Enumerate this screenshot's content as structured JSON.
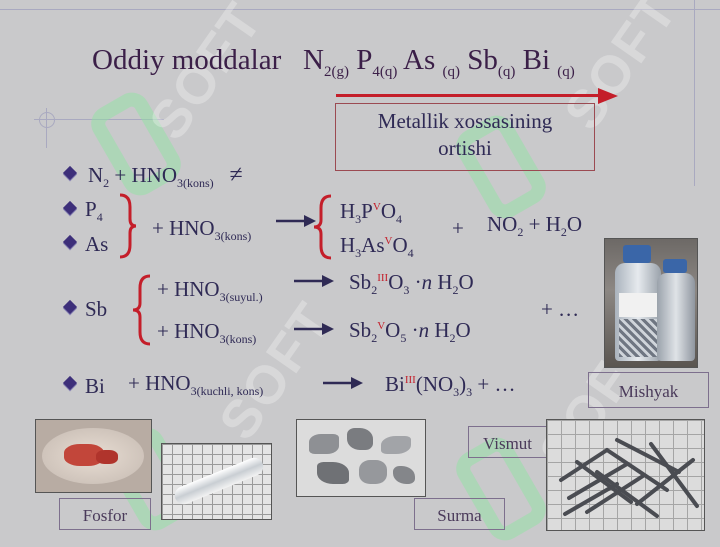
{
  "title": {
    "prefix": "Oddiy moddalar",
    "elements": [
      {
        "sym": "N",
        "sub": "2(g)"
      },
      {
        "sym": "P",
        "sub": "4(q)"
      },
      {
        "sym": "As",
        "sub": "(q)"
      },
      {
        "sym": "Sb",
        "sub": "(q)"
      },
      {
        "sym": "Bi",
        "sub": "(q)"
      }
    ]
  },
  "trend_box": {
    "line1": "Metallik xossasining",
    "line2": "ortishi"
  },
  "rows": {
    "n2": {
      "left": "N",
      "left_sub": "2",
      "reagent": " + HNO",
      "reagent_sub": "3(kons)",
      "result": "≠"
    },
    "p4": {
      "label": "P",
      "label_sub": "4"
    },
    "as": {
      "label": "As"
    },
    "p_as_reagent": {
      "text": "+ HNO",
      "sub": "3(kons)"
    },
    "h3po4": {
      "a": "H",
      "a_sub": "3",
      "b": "P",
      "sup": "V",
      "c": "O",
      "c_sub": "4"
    },
    "h3aso4": {
      "a": "H",
      "a_sub": "3",
      "b": "As",
      "sup": "V",
      "c": "O",
      "c_sub": "4"
    },
    "plus": "+",
    "no2": {
      "a": "NO",
      "a_sub": "2",
      "b": " + H",
      "b_sub": "2",
      "c": "O"
    },
    "sb": {
      "label": "Sb"
    },
    "sb_r1": {
      "text": "+ HNO",
      "sub": "3(suyul.)"
    },
    "sb_r2": {
      "text": "+ HNO",
      "sub": "3(kons)"
    },
    "sb_p1": {
      "a": "Sb",
      "a_sub": "2",
      "sup": "III",
      "b": "O",
      "b_sub": "3",
      "c": " ·",
      "n": "n",
      "d": " H",
      "d_sub": "2",
      "e": "O"
    },
    "sb_p2": {
      "a": "Sb",
      "a_sub": "2",
      "sup": "V",
      "b": "O",
      "b_sub": "5",
      "c": " ·",
      "n": "n",
      "d": " H",
      "d_sub": "2",
      "e": "O"
    },
    "sb_etc": "+ …",
    "bi": {
      "label": "Bi",
      "reagent": "+ HNO",
      "reagent_sub": "3(kuchli,  kons)"
    },
    "bi_p": {
      "a": "Bi",
      "sup": "III",
      "b": "(NO",
      "b_sub": "3",
      "c": ")",
      "c_sub": "3",
      "d": " + …"
    }
  },
  "captions": {
    "mishyak": "Mishyak",
    "vismut": "Vismut",
    "fosfor": "Fosfor",
    "surma": "Surma"
  },
  "watermark": "SOFT",
  "colors": {
    "accent": "#c41e2a",
    "text": "#2f2a55",
    "background": "#c9c9cb"
  }
}
